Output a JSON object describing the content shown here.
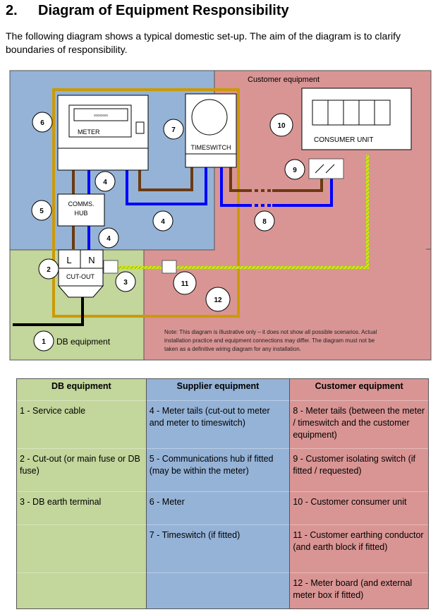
{
  "heading": {
    "number": "2.",
    "title": "Diagram of Equipment Responsibility"
  },
  "intro": "The following diagram shows a typical domestic set-up.  The aim of the diagram is to clarify boundaries of responsibility.",
  "colors": {
    "db_zone": "#c3d69b",
    "supplier_zone": "#95b3d7",
    "customer_zone": "#d99594",
    "meter_board_outline": "#cc9a06",
    "live_wire": "#6b3a12",
    "neutral_wire": "#0000ff",
    "earth_wire": "#e8e800",
    "service_cable": "#000000"
  },
  "diagram": {
    "zone_customer_label": "Customer equipment",
    "zone_db_label": "DB equipment",
    "meter_label": "METER",
    "meter_display": "00000000",
    "timeswitch_label": "TIMESWITCH",
    "consumer_unit_label": "CONSUMER UNIT",
    "comms_hub_label_line1": "COMMS.",
    "comms_hub_label_line2": "HUB",
    "cutout_live": "L",
    "cutout_neutral": "N",
    "cutout_label": "CUT-OUT",
    "markers": [
      "1",
      "2",
      "3",
      "4",
      "4",
      "4",
      "5",
      "6",
      "7",
      "8",
      "9",
      "10",
      "11",
      "12"
    ],
    "note": [
      "Note: This diagram is illustrative only – it does not show all possible scenarios.  Actual",
      "installation practice and equipment connections may differ.  The diagram must not be",
      "taken as a definitive wiring diagram for any installation."
    ]
  },
  "table": {
    "headers": [
      "DB equipment",
      "Supplier equipment",
      "Customer equipment"
    ],
    "rows": [
      [
        "1 - Service cable",
        "4 - Meter tails (cut-out to meter and meter to timeswitch)",
        "8 - Meter tails (between the meter / timeswitch and the customer equipment)"
      ],
      [
        "2 - Cut-out (or main fuse or DB fuse)",
        "5 - Communications hub if fitted (may be within the meter)",
        "9 - Customer isolating switch (if fitted / requested)"
      ],
      [
        "3 - DB earth terminal",
        "6 - Meter",
        "10 - Customer consumer unit"
      ],
      [
        "",
        "7 - Timeswitch (if fitted)",
        "11 - Customer earthing conductor (and earth block if fitted)"
      ],
      [
        "",
        "",
        "12 - Meter board (and external meter box if fitted)"
      ]
    ]
  }
}
